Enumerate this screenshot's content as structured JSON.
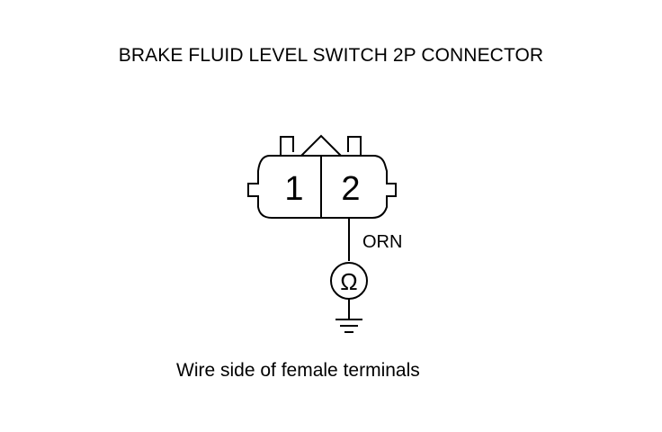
{
  "title": "BRAKE FLUID LEVEL SWITCH 2P CONNECTOR",
  "connector": {
    "terminals": [
      "1",
      "2"
    ]
  },
  "wire": {
    "color_label": "ORN"
  },
  "meter": {
    "icon": "ohmmeter-icon",
    "symbol": "Ω"
  },
  "ground": {
    "icon": "ground-icon"
  },
  "caption": "Wire side of female terminals"
}
